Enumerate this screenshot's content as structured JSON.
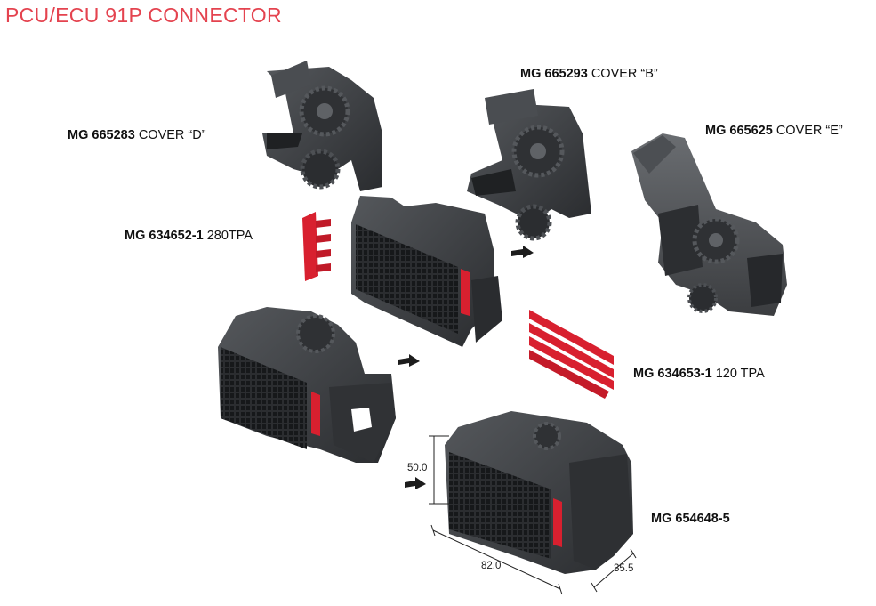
{
  "title": "PCU/ECU 91P CONNECTOR",
  "parts": [
    {
      "part_no": "MG 665283",
      "desc": "COVER “D”"
    },
    {
      "part_no": "MG 665293",
      "desc": "COVER “B”"
    },
    {
      "part_no": "MG 665625",
      "desc": "COVER “E”"
    },
    {
      "part_no": "MG 634652-1",
      "desc": "280TPA"
    },
    {
      "part_no": "MG 634653-1",
      "desc": "120 TPA"
    },
    {
      "part_no": "MG 654648-5",
      "desc": ""
    }
  ],
  "dimensions": {
    "height": "50.0",
    "width": "82.0",
    "depth": "35.5"
  },
  "colors": {
    "title": "#e4434f",
    "plastic": "#3a3c3f",
    "tpa_red": "#d8202f"
  }
}
